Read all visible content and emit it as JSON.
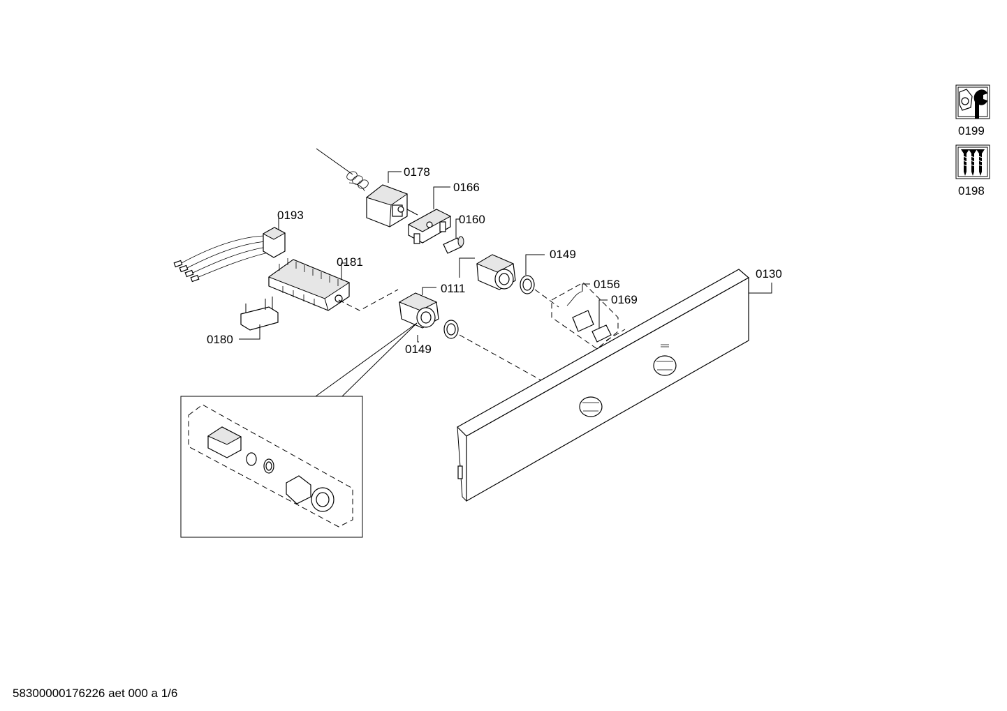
{
  "labels": {
    "p0178": "0178",
    "p0166": "0166",
    "p0160": "0160",
    "p0193": "0193",
    "p0181": "0181",
    "p0149a": "0149",
    "p0111": "0111",
    "p0149b": "0149",
    "p0156": "0156",
    "p0169": "0169",
    "p0130": "0130",
    "p0180": "0180",
    "p0199": "0199",
    "p0198": "0198"
  },
  "footer": "58300000176226 aet 000 a 1/6",
  "icons": {
    "service_tools": "wrench-nut-icon",
    "screws": "screws-icon"
  }
}
